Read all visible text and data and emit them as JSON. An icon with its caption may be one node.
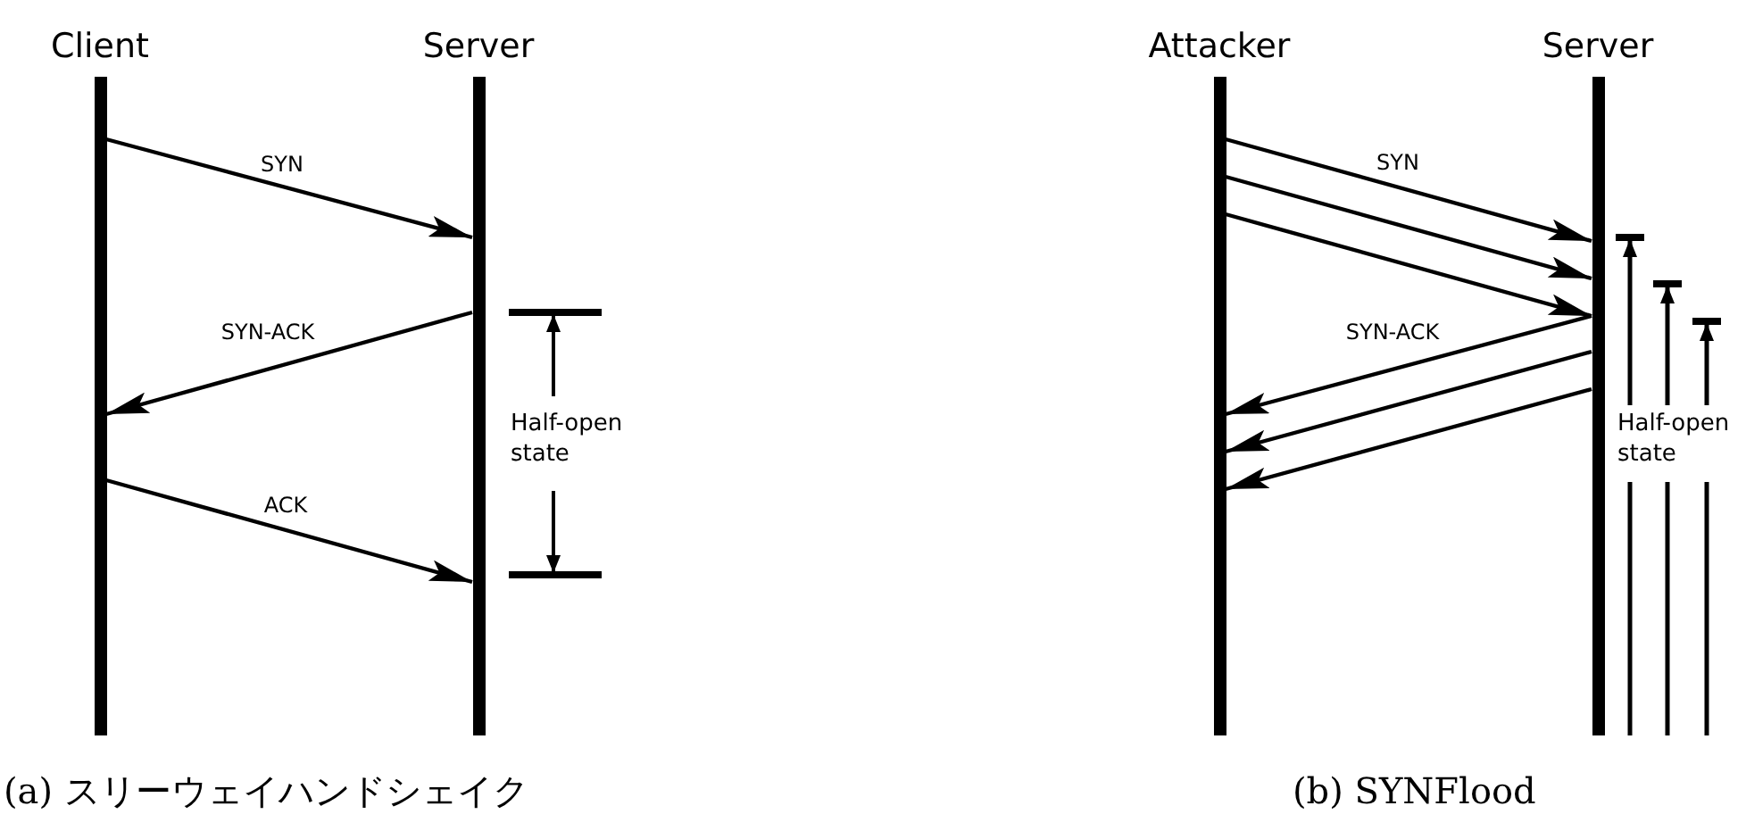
{
  "diagram": {
    "nodes": [
      {
        "text": [
          "Client"
        ]
      },
      {
        "text": [
          "Server"
        ]
      },
      {
        "text": [
          "Attacker"
        ]
      },
      {
        "text": [
          "Server"
        ]
      }
    ],
    "edges": [
      {
        "from": 0,
        "to": 1,
        "arrow": "to",
        "label": "SYN"
      },
      {
        "from": 1,
        "to": 0,
        "arrow": "to",
        "label": "SYN-ACK"
      },
      {
        "from": 0,
        "to": 1,
        "arrow": "to",
        "label": "ACK"
      },
      {
        "from": 2,
        "to": 3,
        "arrow": "to",
        "label": "SYN"
      },
      {
        "from": 2,
        "to": 3,
        "arrow": "to"
      },
      {
        "from": 2,
        "to": 3,
        "arrow": "to"
      },
      {
        "from": 3,
        "to": 2,
        "arrow": "to",
        "label": "SYN-ACK"
      },
      {
        "from": 3,
        "to": 2,
        "arrow": "to"
      },
      {
        "from": 3,
        "to": 2,
        "arrow": "to"
      }
    ],
    "labels": [
      "Half-open state",
      "Half-open state",
      "(a) スリーウェイハンドシェイク",
      "(b) SYNFlood"
    ]
  }
}
